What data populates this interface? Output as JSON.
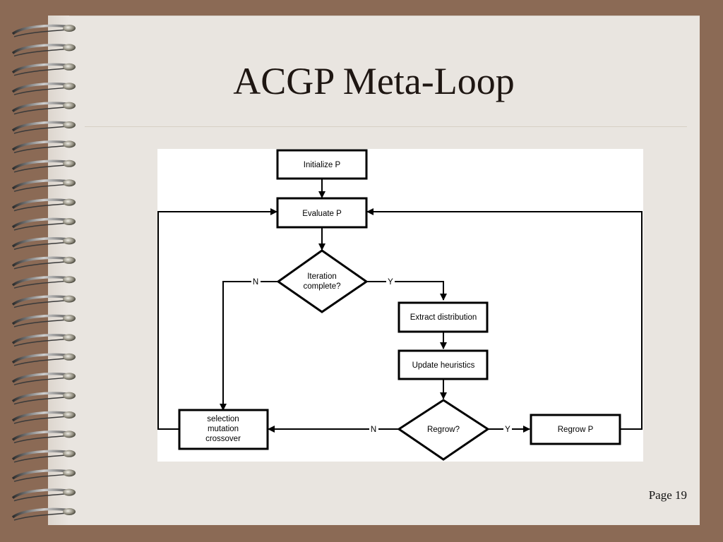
{
  "slide": {
    "title": "ACGP Meta-Loop",
    "page_number": "Page 19"
  },
  "flowchart": {
    "nodes": {
      "initialize": "Initialize P",
      "evaluate": "Evaluate P",
      "iteration_line1": "Iteration",
      "iteration_line2": "complete?",
      "extract": "Extract distribution",
      "update": "Update heuristics",
      "regrow_decision": "Regrow?",
      "regrow_p": "Regrow P",
      "ops_line1": "selection",
      "ops_line2": "mutation",
      "ops_line3": "crossover"
    },
    "edge_labels": {
      "iteration_no": "N",
      "iteration_yes": "Y",
      "regrow_no": "N",
      "regrow_yes": "Y"
    }
  },
  "colors": {
    "frame": "#8b6a55",
    "slide": "#e9e5e0",
    "diagram_bg": "#ffffff",
    "ink": "#000000"
  },
  "icons": {
    "binding": "spiral-binding-icon"
  }
}
